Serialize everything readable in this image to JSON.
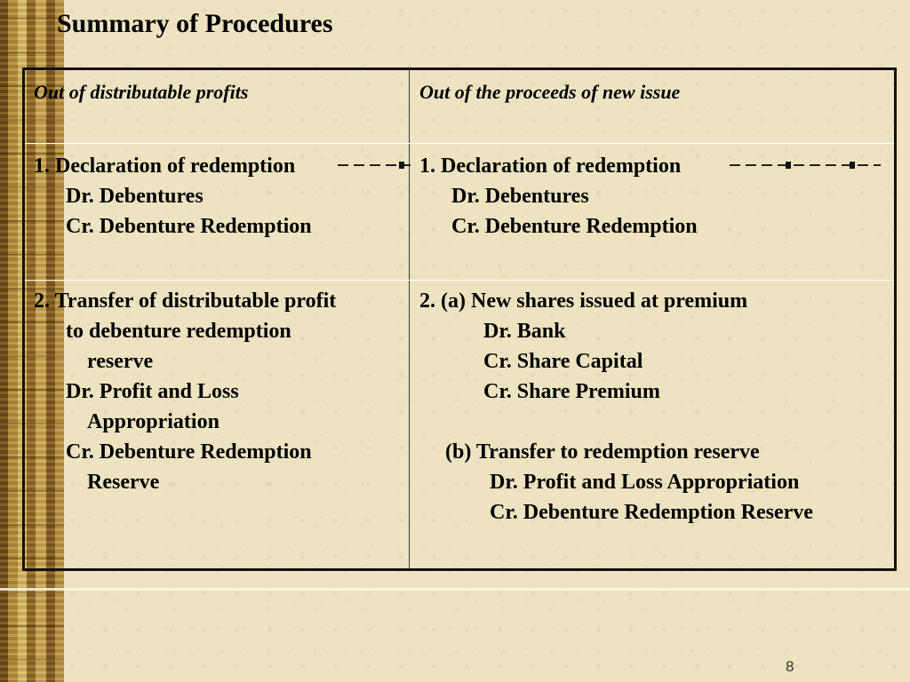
{
  "title": "Summary of Procedures",
  "table": {
    "headers": {
      "left": "Out of distributable profits",
      "right": "Out of the proceeds of new issue"
    },
    "row1": {
      "left": {
        "item": "1.  Declaration of redemption",
        "dr": "Dr.  Debentures",
        "cr": "Cr.  Debenture Redemption"
      },
      "right": {
        "item": "1.  Declaration of redemption",
        "dr": "Dr.  Debentures",
        "cr": "Cr.  Debenture Redemption"
      }
    },
    "row2": {
      "left": {
        "item": "2. Transfer of distributable profit",
        "item_cont1": "to debenture redemption",
        "item_cont2": "reserve",
        "dr": "Dr.  Profit and Loss",
        "dr_cont": "Appropriation",
        "cr": "Cr.  Debenture Redemption",
        "cr_cont": "Reserve"
      },
      "right": {
        "item_a": "2.  (a) New shares issued at premium",
        "a_dr": "Dr. Bank",
        "a_cr1": "Cr.  Share Capital",
        "a_cr2": "Cr.  Share Premium",
        "item_b": "(b)  Transfer to redemption reserve",
        "b_dr": "Dr. Profit and Loss Appropriation",
        "b_cr": "Cr.  Debenture Redemption Reserve"
      }
    }
  },
  "page_number": "8",
  "colors": {
    "background": "#ede3c0",
    "border": "#111111",
    "dashes": "#222222"
  }
}
